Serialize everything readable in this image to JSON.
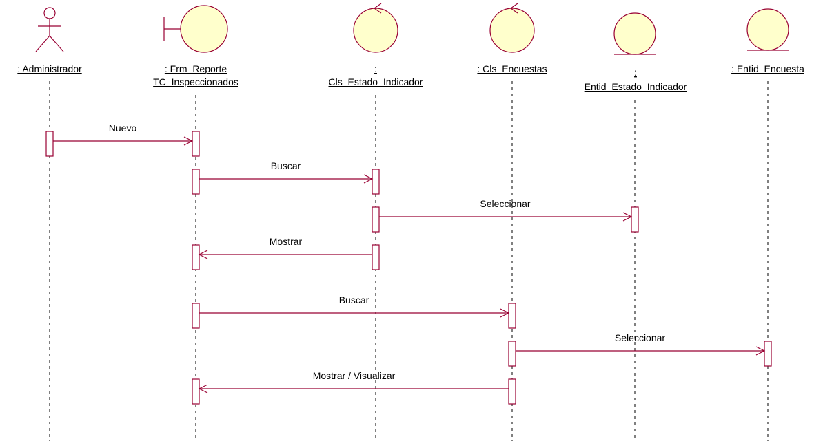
{
  "colors": {
    "element_stroke": "#990033",
    "element_fill": "#ffffcc",
    "lifeline": "#000000",
    "text": "#000000",
    "background": "#ffffff"
  },
  "lifelines": [
    {
      "id": "admin",
      "kind": "actor",
      "label_lines": [
        ": Administrador"
      ]
    },
    {
      "id": "frm",
      "kind": "boundary",
      "label_lines": [
        ": Frm_Reporte",
        "TC_Inspeccionados"
      ]
    },
    {
      "id": "clsEst",
      "kind": "control",
      "label_lines": [
        ":",
        "Cls_Estado_Indicador"
      ]
    },
    {
      "id": "clsEnc",
      "kind": "control",
      "label_lines": [
        ": Cls_Encuestas"
      ]
    },
    {
      "id": "entEst",
      "kind": "entity",
      "label_lines": [
        ":",
        "Entid_Estado_Indicador"
      ]
    },
    {
      "id": "entEnc",
      "kind": "entity",
      "label_lines": [
        ": Entid_Encuesta"
      ]
    }
  ],
  "messages": [
    {
      "label": "Nuevo",
      "from": "admin",
      "to": "frm"
    },
    {
      "label": "Buscar",
      "from": "frm",
      "to": "clsEst"
    },
    {
      "label": "Seleccionar",
      "from": "clsEst",
      "to": "entEst"
    },
    {
      "label": "Mostrar",
      "from": "clsEst",
      "to": "frm"
    },
    {
      "label": "Buscar",
      "from": "frm",
      "to": "clsEnc"
    },
    {
      "label": "Seleccionar",
      "from": "clsEnc",
      "to": "entEnc"
    },
    {
      "label": "Mostrar / Visualizar",
      "from": "clsEnc",
      "to": "frm"
    }
  ]
}
